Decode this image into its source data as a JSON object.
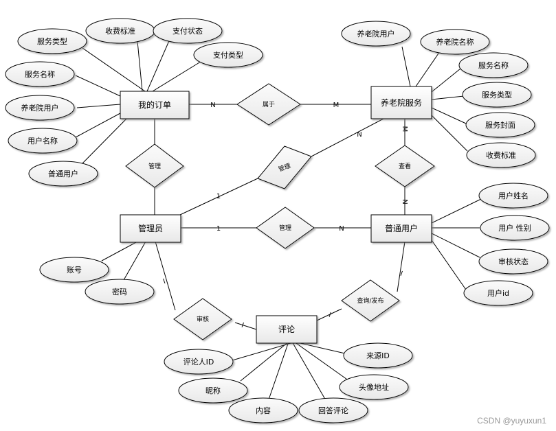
{
  "entities": {
    "order": "我的订单",
    "service": "养老院服务",
    "admin": "管理员",
    "user": "普通用户",
    "comment": "评论"
  },
  "relationships": {
    "belongs": "属于",
    "manage_order": "管理",
    "manage_service": "管理",
    "manage_user": "管理",
    "view": "查看",
    "query_publish": "查询/发布",
    "review": "审核"
  },
  "attributes": {
    "order": [
      "服务类型",
      "收费标准",
      "支付状态",
      "支付类型",
      "服务名称",
      "养老院用户",
      "用户名称",
      "普通用户"
    ],
    "service": [
      "养老院用户",
      "养老院名称",
      "服务名称",
      "服务类型",
      "服务封面",
      "收费标准"
    ],
    "user": [
      "用户姓名",
      "用户 性别",
      "审核状态",
      "用户id"
    ],
    "admin": [
      "账号",
      "密码"
    ],
    "comment": [
      "评论人ID",
      "来源ID",
      "昵称",
      "头像地址",
      "内容",
      "回答评论"
    ]
  },
  "cardinalities": {
    "belongs_order": "N",
    "belongs_service": "M",
    "manage_service_admin": "1",
    "manage_service_service": "N",
    "view_service": "M",
    "view_user": "N",
    "manage_user_admin": "1",
    "manage_user_user": "N",
    "review_admin": "I",
    "review_comment": "I",
    "query_user": "I",
    "query_comment": "I"
  },
  "watermark": "CSDN @yuyuxun1"
}
